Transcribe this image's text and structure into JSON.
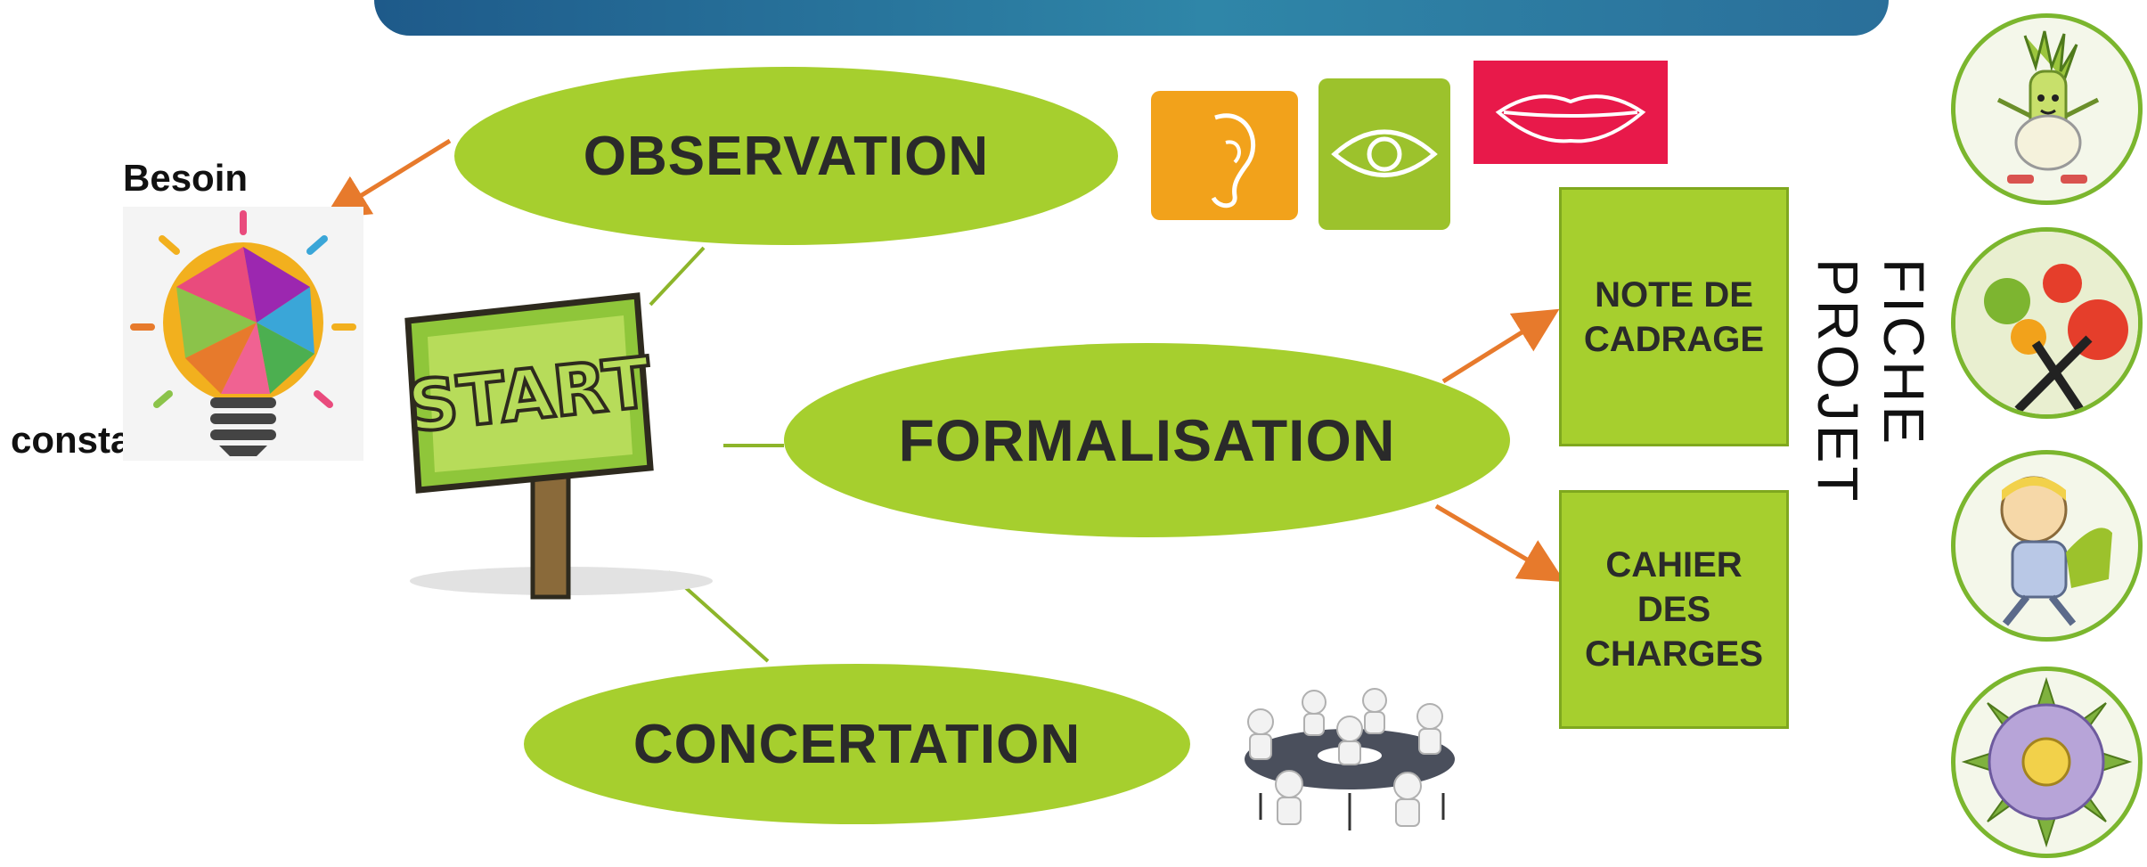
{
  "diagram": {
    "nodes": {
      "observation": "OBSERVATION",
      "formalisation": "FORMALISATION",
      "concertation": "CONCERTATION"
    },
    "boxes": {
      "note_cadrage": "NOTE DE\nCADRAGE",
      "cahier_charges": "CAHIER\nDES\nCHARGES"
    },
    "labels": {
      "besoin": "Besoin",
      "constat": "constat",
      "fiche_projet": "FICHE PROJET"
    },
    "start_sign": "START"
  },
  "colors": {
    "green": "#a6cf2e",
    "dark_green": "#7fa81e",
    "arrow_orange": "#e77a2c",
    "ear_tile": "#f2a21b",
    "eye_tile": "#9cc22c",
    "mouth_tile": "#e8194a"
  },
  "icons": [
    "lightbulb-icon",
    "start-sign-icon",
    "ear-icon",
    "eye-icon",
    "mouth-icon",
    "meeting-table-icon",
    "leek-character-icon",
    "vegetables-icon",
    "thinking-child-icon",
    "flower-icon"
  ]
}
